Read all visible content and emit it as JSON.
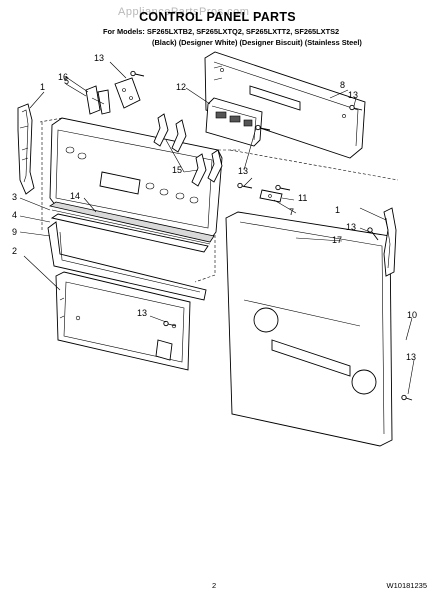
{
  "watermark": "AppliancePartsPros.com",
  "title": "CONTROL PANEL PARTS",
  "models_line": "For Models: SF265LXTB2, SF265LXTQ2, SF265LXTT2, SF265LXTS2",
  "finishes_line": "(Black) (Designer White) (Designer Biscuit) (Stainless Steel)",
  "callouts": {
    "c1a": "1",
    "c1b": "1",
    "c2": "2",
    "c3": "3",
    "c4": "4",
    "c5": "5",
    "c7": "7",
    "c8": "8",
    "c9": "9",
    "c10": "10",
    "c11": "11",
    "c12": "12",
    "c13a": "13",
    "c13b": "13",
    "c13c": "13",
    "c13d": "13",
    "c13e": "13",
    "c14": "14",
    "c15": "15",
    "c16": "16",
    "c17": "17"
  },
  "footer": {
    "page_number": "2",
    "document_number": "W10181235"
  }
}
